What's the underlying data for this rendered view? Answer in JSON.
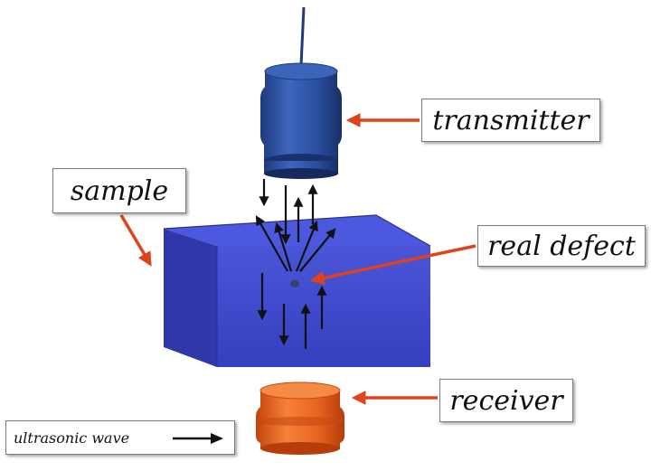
{
  "labels": {
    "transmitter": "transmitter",
    "sample": "sample",
    "real_defect": "real defect",
    "receiver": "receiver",
    "ultrasonic_wave": "ultrasonic wave"
  },
  "colors": {
    "transmitter": "#2b4f9e",
    "sample": "#3c45c8",
    "receiver": "#e8641e",
    "pointer_arrows": "#e0431c",
    "wave_arrows": "#111111"
  }
}
